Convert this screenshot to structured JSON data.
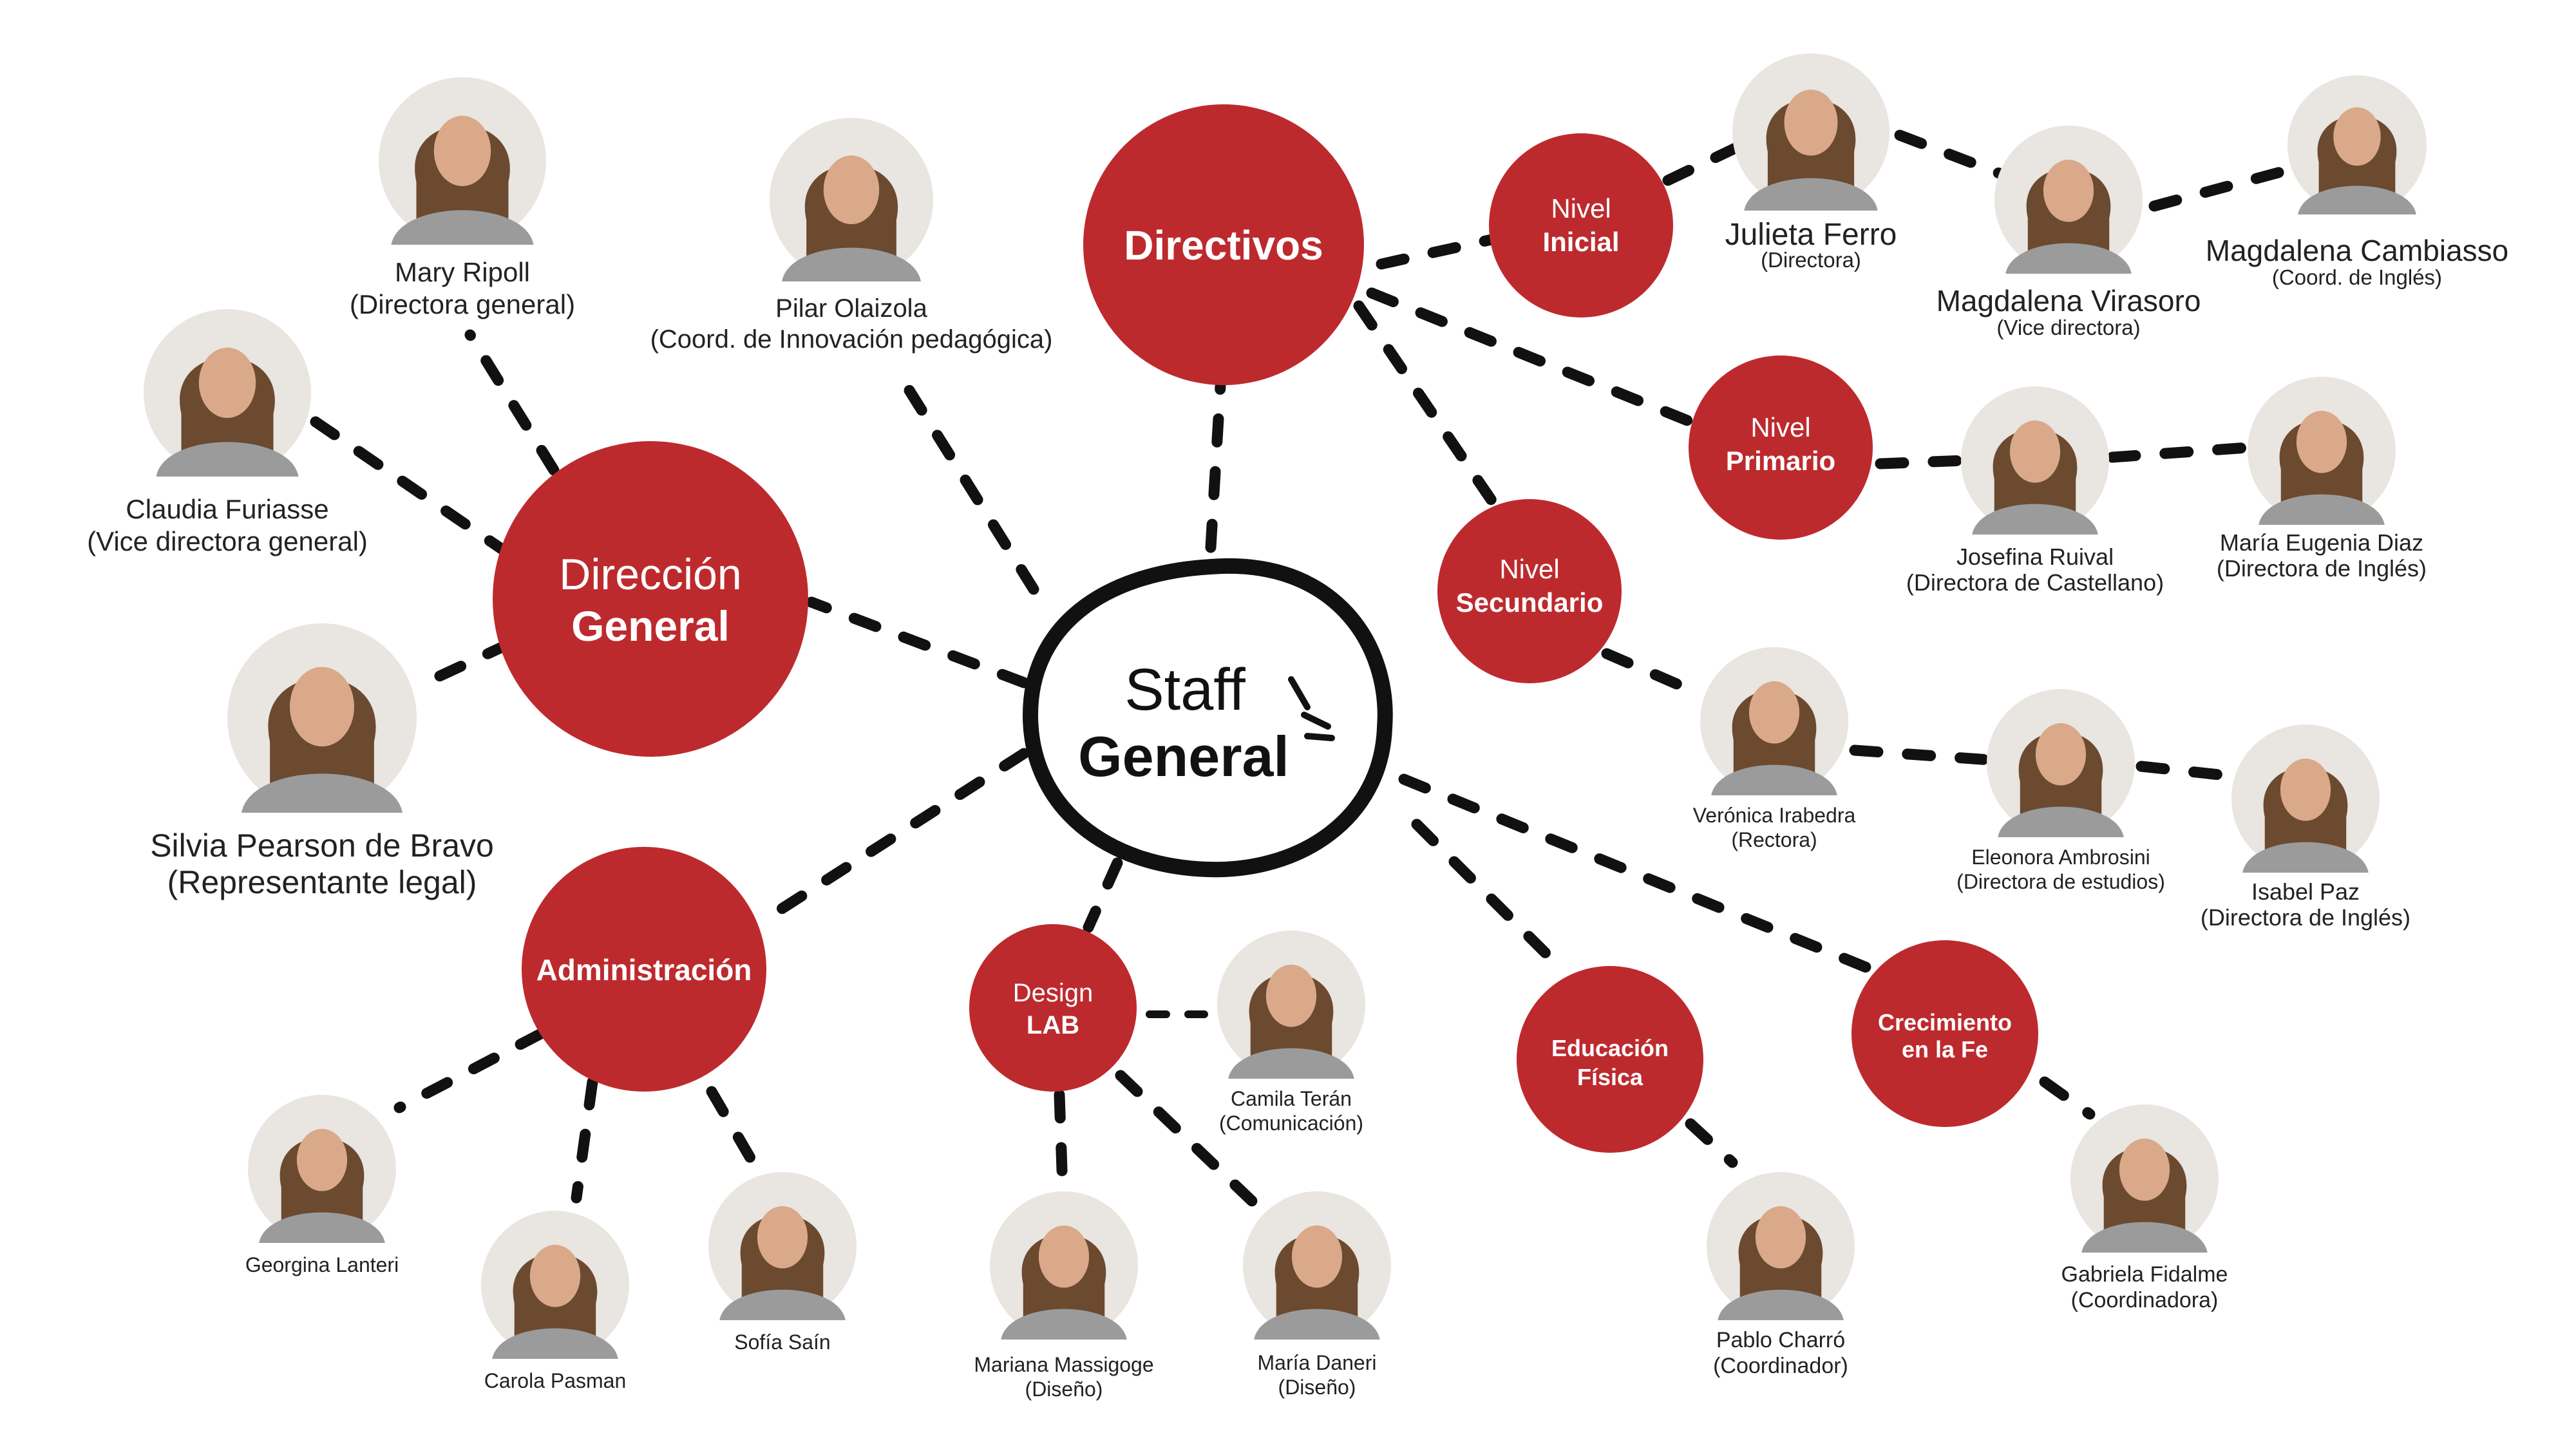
{
  "hub": {
    "line1": "Staff",
    "line2": "General"
  },
  "groups": {
    "direccion": {
      "line1": "Dirección",
      "line2": "General"
    },
    "directivos": {
      "line1": "Directivos"
    },
    "inicial": {
      "line1": "Nivel",
      "line2": "Inicial"
    },
    "primario": {
      "line1": "Nivel",
      "line2": "Primario"
    },
    "secundario": {
      "line1": "Nivel",
      "line2": "Secundario"
    },
    "administracion": {
      "line1": "Administración"
    },
    "design": {
      "line1": "Design",
      "line2": "LAB"
    },
    "educacion": {
      "line1": "Educación",
      "line2": "Física"
    },
    "crecimiento": {
      "line1": "Crecimiento",
      "line2": "en la Fe"
    }
  },
  "people": {
    "mary": {
      "name": "Mary Ripoll",
      "role": "(Directora general)"
    },
    "claudia": {
      "name": "Claudia Furiasse",
      "role": "(Vice directora general)"
    },
    "silvia": {
      "name": "Silvia Pearson de Bravo",
      "role": "(Representante legal)"
    },
    "pilar": {
      "name": "Pilar Olaizola",
      "role": "(Coord. de Innovación pedagógica)"
    },
    "julieta": {
      "name": "Julieta Ferro",
      "role": "(Directora)"
    },
    "virasoro": {
      "name": "Magdalena Virasoro",
      "role": "(Vice directora)"
    },
    "cambiasso": {
      "name": "Magdalena Cambiasso",
      "role": "(Coord. de Inglés)"
    },
    "josefina": {
      "name": "Josefina Ruival",
      "role": "(Directora de Castellano)"
    },
    "mariaeugenia": {
      "name": "María Eugenia Diaz",
      "role": "(Directora de Inglés)"
    },
    "veronica": {
      "name": "Verónica Irabedra",
      "role": "(Rectora)"
    },
    "eleonora": {
      "name": "Eleonora Ambrosini",
      "role": "(Directora de estudios)"
    },
    "isabel": {
      "name": "Isabel Paz",
      "role": "(Directora de Inglés)"
    },
    "georgina": {
      "name": "Georgina Lanteri"
    },
    "carola": {
      "name": "Carola Pasman"
    },
    "sofia": {
      "name": "Sofía Saín"
    },
    "camila": {
      "name": "Camila Terán",
      "role": "(Comunicación)"
    },
    "mariana": {
      "name": "Mariana Massigoge",
      "role": "(Diseño)"
    },
    "mariadaneri": {
      "name": "María Daneri",
      "role": "(Diseño)"
    },
    "pablo": {
      "name": "Pablo Charró",
      "role": "(Coordinador)"
    },
    "gabriela": {
      "name": "Gabriela Fidalme",
      "role": "(Coordinadora)"
    }
  },
  "colors": {
    "accent": "#bd2a2e",
    "line": "#111111",
    "text": "#222222"
  },
  "icons": {
    "portrait": "person-photo-icon",
    "hub_accent": "sparkle-strokes-icon"
  }
}
